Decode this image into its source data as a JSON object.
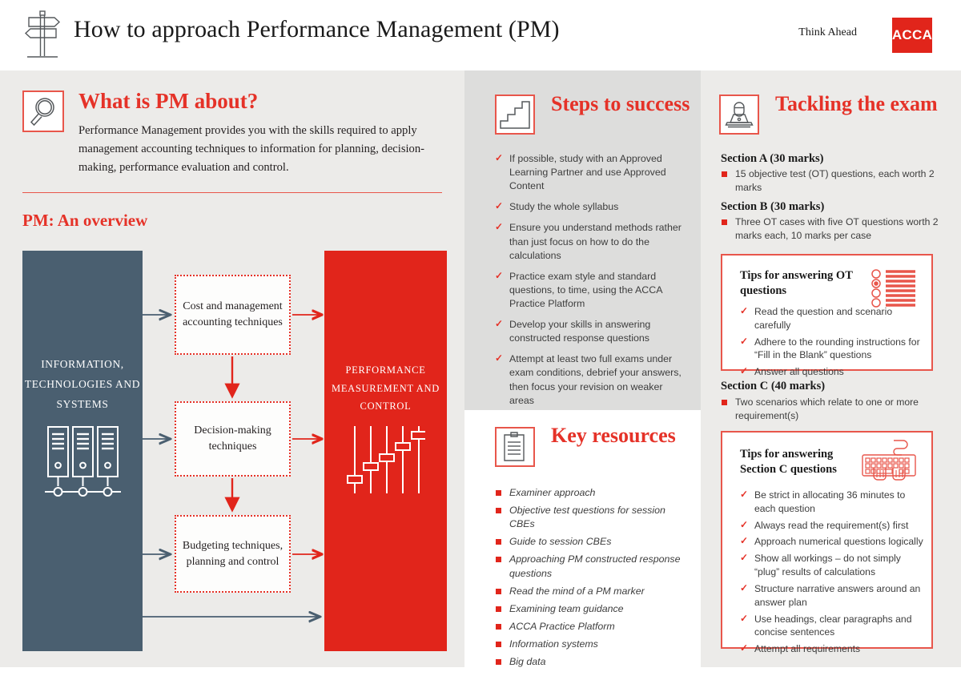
{
  "header": {
    "title": "How to approach Performance Management (PM)",
    "tagline": "Think Ahead",
    "logo": "ACCA",
    "signpost_icon": "signpost-icon"
  },
  "colors": {
    "red": "#e1251b",
    "red_light": "#e8564b",
    "slate": "#4a5f70",
    "panel_light": "#ecebe9",
    "panel_mid": "#dddddc",
    "text": "#231f20"
  },
  "left": {
    "about": {
      "title": "What is PM about?",
      "body": "Performance Management provides you with the skills required to apply management accounting techniques to information for planning, decision-making, performance evaluation and control.",
      "icon": "magnifier-icon"
    },
    "overview_title": "PM: An overview",
    "diagram": {
      "input_panel": "INFORMATION, TECHNOLOGIES AND SYSTEMS",
      "input_icon": "servers-icon",
      "output_panel": "PERFORMANCE MEASUREMENT AND CONTROL",
      "output_icon": "sliders-icon",
      "boxes": [
        "Cost and management accounting techniques",
        "Decision-making techniques",
        "Budgeting techniques, planning and control"
      ]
    }
  },
  "middle": {
    "steps": {
      "title": "Steps to success",
      "icon": "stairs-icon",
      "items": [
        "If possible, study with an Approved Learning Partner and use Approved Content",
        "Study the whole syllabus",
        "Ensure you understand methods rather than just focus on how to do the calculations",
        "Practice exam style and standard questions, to time, using the ACCA Practice Platform",
        "Develop your skills in answering constructed response questions",
        "Attempt at least two full exams under exam conditions, debrief your answers, then focus your revision on weaker areas"
      ]
    },
    "key_resources": {
      "title": "Key resources",
      "icon": "clipboard-icon",
      "items": [
        "Examiner approach",
        "Objective test questions for session CBEs",
        "Guide to session CBEs",
        "Approaching PM constructed response questions",
        "Read the mind of a PM marker",
        "Examining team guidance",
        "ACCA Practice Platform",
        "Information systems",
        "Big data"
      ]
    }
  },
  "right": {
    "tackling": {
      "title": "Tackling the exam",
      "icon": "person-laptop-icon"
    },
    "section_a": {
      "heading": "Section A (30 marks)",
      "bullets": [
        "15 objective test (OT) questions, each worth 2 marks"
      ]
    },
    "section_b": {
      "heading": "Section B (30 marks)",
      "bullets": [
        "Three OT cases with five OT questions worth 2 marks each, 10 marks per case"
      ]
    },
    "section_c": {
      "heading": "Section C (40 marks)",
      "bullets": [
        "Two scenarios which relate to one or more requirement(s)"
      ]
    },
    "tips_ot": {
      "title": "Tips for answering OT questions",
      "icon": "multiple-choice-icon",
      "items": [
        "Read the question and scenario carefully",
        "Adhere to the rounding instructions for “Fill in the Blank” questions",
        "Answer all questions"
      ]
    },
    "tips_sc": {
      "title": "Tips for answering Section C questions",
      "icon": "keyboard-hands-icon",
      "items": [
        "Be strict in allocating 36 minutes to each question",
        "Always read the requirement(s) first",
        "Approach numerical questions logically",
        "Show all workings – do not simply “plug” results of calculations",
        "Structure narrative answers around an answer plan",
        "Use headings, clear paragraphs and concise sentences",
        "Attempt all requirements"
      ]
    }
  }
}
